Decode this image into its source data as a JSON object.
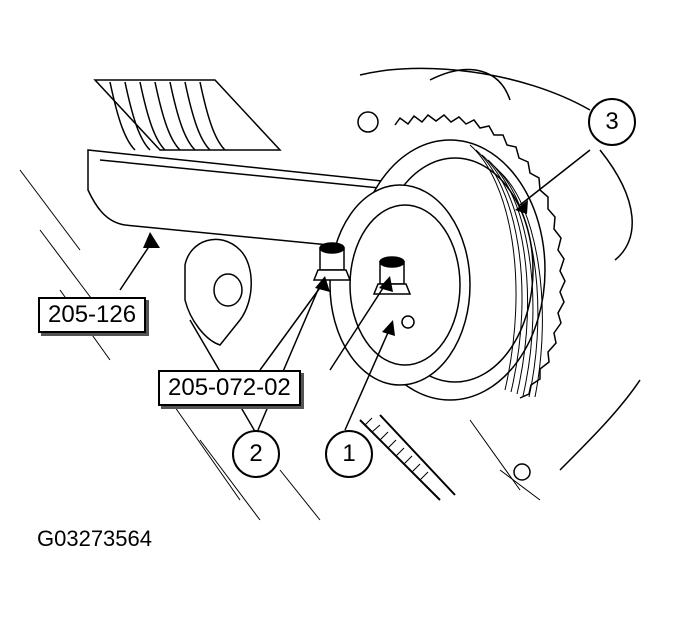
{
  "figure": {
    "tool_labels": {
      "holding_tool": "205-126",
      "adapter": "205-072-02"
    },
    "callouts": {
      "item_1": "1",
      "item_2": "2",
      "item_3": "3"
    },
    "figure_code": "G03273564"
  }
}
